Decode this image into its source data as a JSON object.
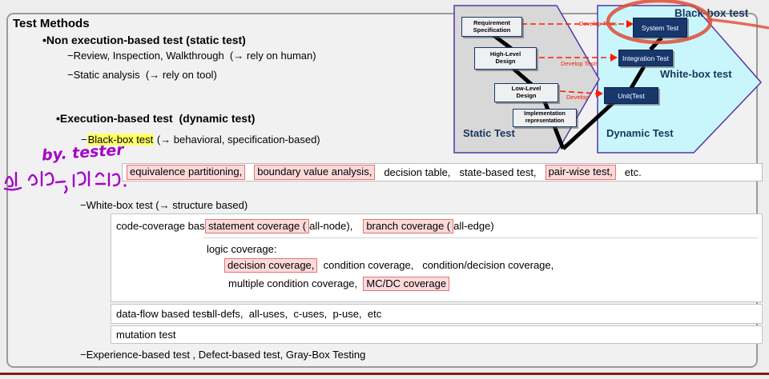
{
  "slide": {
    "title": "Test Methods",
    "outline": {
      "static_header": "•Non execution-based test (static test)",
      "static_item1": "−Review, Inspection, Walkthrough  (→ rely on human)",
      "static_item2": "−Static analysis  (→ rely on tool)",
      "dynamic_header": "•Execution-based test  (dynamic test)",
      "blackbox": {
        "prefix": "−",
        "highlight": "Black-box test",
        "suffix": " (→ behavioral, specification-based)"
      },
      "whitebox_line": "−White-box test (→ structure based)",
      "experience_line": "−Experience-based test , Defect-based test, Gray-Box Testing"
    },
    "handwriting": {
      "by_tester": "by. tester",
      "korean_note_transcription": "구성 절차는, 별도 메모.",
      "ink_color": "#a503c7"
    },
    "blackbox_techniques": {
      "items": [
        {
          "text": "equivalence partitioning,",
          "highlighted": true
        },
        {
          "text": "boundary value analysis,",
          "highlighted": true
        },
        {
          "text": "decision table,",
          "highlighted": false
        },
        {
          "text": "state-based test,",
          "highlighted": false
        },
        {
          "text": "pair-wise test,",
          "highlighted": true
        },
        {
          "text": "etc.",
          "highlighted": false
        }
      ]
    },
    "coverage_table": {
      "row1": {
        "label": "code-coverage based test",
        "seg1_hl": "statement coverage (",
        "seg2": "all-node),",
        "seg3_hl": "branch coverage (",
        "seg4": "all-edge)"
      },
      "row2": {
        "line1": "logic coverage:",
        "seg1_hl": "decision coverage,",
        "seg2": "  condition coverage,   condition/decision coverage,",
        "seg3": "multiple condition coverage,  ",
        "seg4_hl": "MC/DC coverage"
      },
      "row3": {
        "label": "data-flow based test",
        "value": "all-defs,  all-uses,  c-uses,  p-use,  etc"
      },
      "row4": {
        "label": "mutation test"
      }
    }
  },
  "diagram": {
    "static_phase_label": "Static Test",
    "dynamic_phase_label": "Dynamic Test",
    "blackbox_label": "Black-box test",
    "whitebox_label": "White-box test",
    "boxes": {
      "req_l1": "Requirement",
      "req_l2": "Specification",
      "hld_l1": "High-Level",
      "hld_l2": "Design",
      "lld_l1": "Low-Level",
      "lld_l2": "Design",
      "impl_l1": "Implementation",
      "impl_l2": "representation",
      "system": "System Test",
      "integration": "Integration Test",
      "unit": "Unit(Test"
    },
    "arrow_labels": {
      "a1": "Develop Tests",
      "a2": "Develop Tests",
      "a3": "Develop"
    },
    "colors": {
      "navy_text": "#17365d",
      "box_navy": "#17376d",
      "cyan_fill": "#c9f6fd",
      "gray_fill": "#d8d8d8",
      "shape_border": "#5436a8",
      "arrow_red": "#ff1a00",
      "ellipse_red": "#dd4c36",
      "bottom_accent": "#8e1616",
      "yellow_highlight": "#ffff66",
      "pink_highlight": "#fcdada",
      "pink_border": "#e57373"
    }
  }
}
